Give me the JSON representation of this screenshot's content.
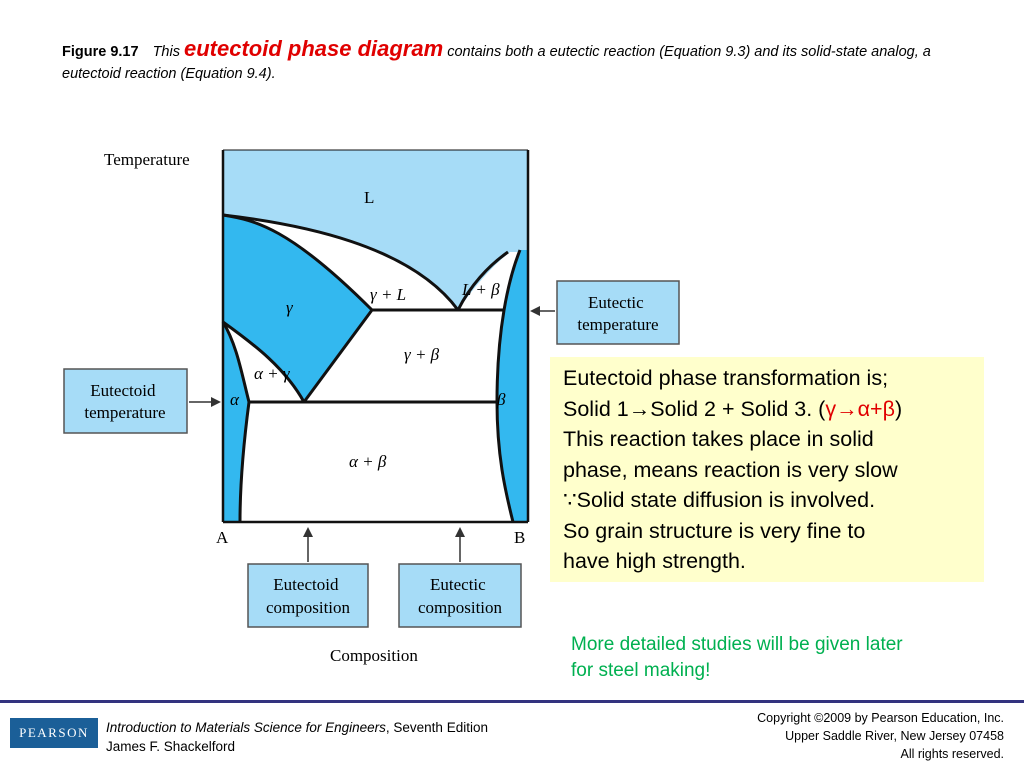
{
  "caption": {
    "figure_label": "Figure 9.17",
    "lead": "This ",
    "term": "eutectoid phase diagram",
    "rest": " contains both a eutectic reaction (Equation 9.3) and its solid-state analog, a eutectoid reaction (Equation 9.4)."
  },
  "diagram": {
    "axis_y_label": "Temperature",
    "axis_x_label": "Composition",
    "left_end": "A",
    "right_end": "B",
    "regions": {
      "liquid": "L",
      "gamma": "γ",
      "gamma_l": "γ + L",
      "l_beta": "L + β",
      "gamma_beta": "γ + β",
      "alpha_gamma": "α + γ",
      "alpha": "α",
      "beta": "β",
      "alpha_beta": "α + β"
    },
    "callouts": {
      "eutectic_temperature": [
        "Eutectic",
        "temperature"
      ],
      "eutectoid_temperature": [
        "Eutectoid",
        "temperature"
      ],
      "eutectoid_composition": [
        "Eutectoid",
        "composition"
      ],
      "eutectic_composition": [
        "Eutectic",
        "composition"
      ]
    },
    "colors": {
      "liquid": "#a6dcf7",
      "single_phase": "#33b8ef",
      "callout_fill": "#a6dcf7"
    }
  },
  "note": {
    "line1": "Eutectoid phase transformation is;",
    "line2_pre": "Solid 1→Solid 2 + Solid 3. (",
    "line2_red": "γ→α+β",
    "line2_post": ")",
    "line3": "This reaction takes place in solid",
    "line4": "phase, means reaction is very slow",
    "line5": "∵Solid state diffusion is involved.",
    "line6": "So grain structure is very fine to",
    "line7": "have high strength.",
    "background": "#ffffcc",
    "highlight_color": "#e00000"
  },
  "footer_note": {
    "line1": "More detailed studies will be given later",
    "line2": "for steel making!",
    "color": "#00b050"
  },
  "footer": {
    "logo": "PEARSON",
    "book_title": "Introduction to Materials Science for Engineers",
    "edition": ", Seventh Edition",
    "author": "James F. Shackelford",
    "copyright_1": "Copyright ©2009 by Pearson Education, Inc.",
    "copyright_2": "Upper Saddle River, New Jersey 07458",
    "copyright_3": "All rights reserved."
  }
}
